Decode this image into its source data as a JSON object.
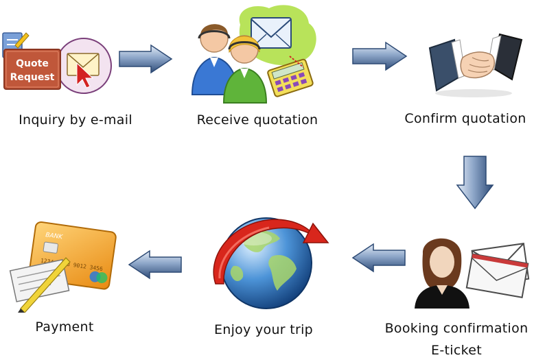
{
  "steps": [
    {
      "label": "Inquiry by e-mail",
      "icon": "quote-request-email-icon",
      "badge_line1": "Quote",
      "badge_line2": "Request"
    },
    {
      "label": "Receive quotation",
      "icon": "call-center-agents-icon"
    },
    {
      "label": "Confirm quotation",
      "icon": "handshake-icon"
    },
    {
      "label_line1": "Booking confirmation",
      "label_line2": "E-ticket",
      "icon": "booking-agent-envelopes-icon"
    },
    {
      "label": "Enjoy your trip",
      "icon": "globe-travel-icon"
    },
    {
      "label": "Payment",
      "icon": "credit-card-payment-icon",
      "card_bank": "BANK",
      "card_number": "1234 5678 9012 3456"
    }
  ],
  "colors": {
    "arrow_light": "#dde6f3",
    "arrow_dark": "#3f5e8c",
    "badge": "#c0573a",
    "globe": "#2d6fb8",
    "card": "#f2a224"
  }
}
